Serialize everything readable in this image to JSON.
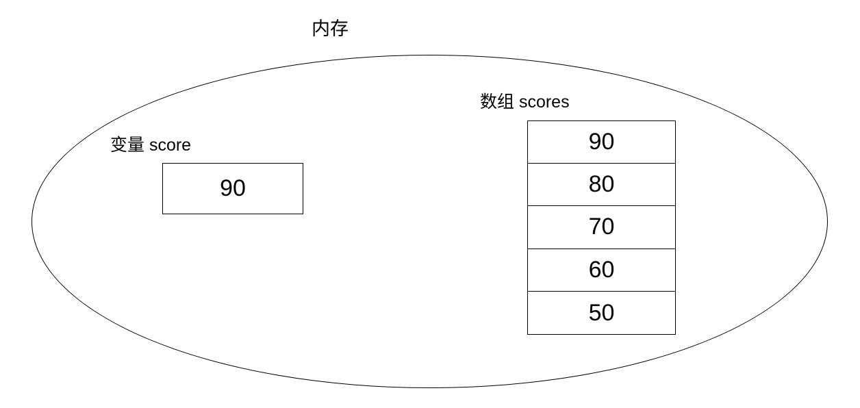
{
  "title": "内存",
  "variable": {
    "label": "变量 score",
    "value": "90"
  },
  "array": {
    "label": "数组 scores",
    "cells": [
      "90",
      "80",
      "70",
      "60",
      "50"
    ]
  },
  "colors": {
    "background": "#ffffff",
    "line": "#000000",
    "text": "#000000"
  }
}
